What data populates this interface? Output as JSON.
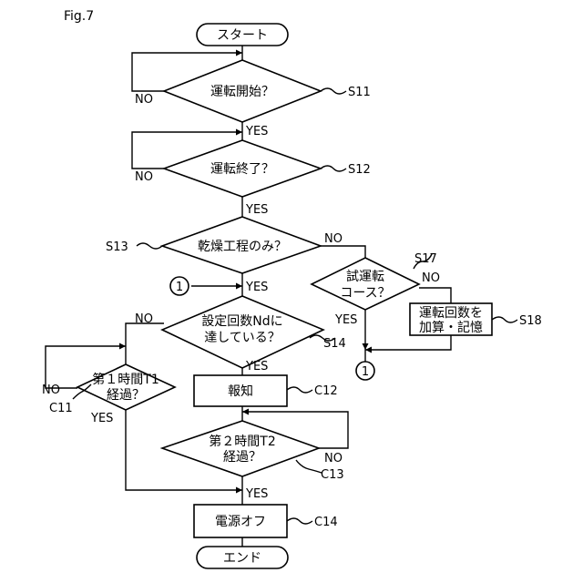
{
  "figure_label": "Fig.7",
  "nodes": {
    "start": "スタート",
    "end": "エンド",
    "s11": "運転開始？",
    "s12": "運転終了？",
    "s13": "乾燥工程のみ？",
    "s17_line1": "試運転",
    "s17_line2": "コース？",
    "s18_line1": "運転回数を",
    "s18_line2": "加算・記憶",
    "s14_line1": "設定回数Ndに",
    "s14_line2": "達している？",
    "c11_line1": "第１時間T1",
    "c11_line2": "経過？",
    "c12": "報知",
    "c13_line1": "第２時間T2",
    "c13_line2": "経過？",
    "c14": "電源オフ"
  },
  "refs": {
    "s11": "S11",
    "s12": "S12",
    "s13": "S13",
    "s14": "S14",
    "s17": "S17",
    "s18": "S18",
    "c11": "C11",
    "c12": "C12",
    "c13": "C13",
    "c14": "C14"
  },
  "branches": {
    "yes": "YES",
    "no": "NO"
  },
  "connector": "1"
}
